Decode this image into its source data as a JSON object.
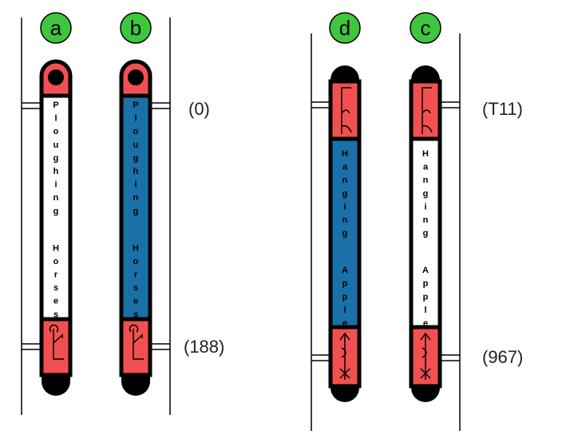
{
  "colors": {
    "red": "#f25050",
    "blue": "#1a70a8",
    "green": "#3ec63e",
    "black": "#000000",
    "white": "#ffffff"
  },
  "strips": [
    {
      "id": "a",
      "label": "a",
      "name": "Ploughing Horses",
      "fill": "white",
      "top_cap": "circle",
      "top_symbol": "",
      "bottom_symbol": "hook-symbol"
    },
    {
      "id": "b",
      "label": "b",
      "name": "Ploughing Horses",
      "fill": "blue",
      "top_cap": "circle",
      "top_symbol": "",
      "bottom_symbol": "hook-symbol"
    },
    {
      "id": "d",
      "label": "d",
      "name": "Hanging Apple",
      "fill": "blue",
      "top_cap": "plain",
      "top_symbol": "bracket-symbol",
      "bottom_symbol": "arrow-x-symbol"
    },
    {
      "id": "c",
      "label": "c",
      "name": "Hanging Apple",
      "fill": "white",
      "top_cap": "plain",
      "top_symbol": "bracket-symbol",
      "bottom_symbol": "arrow-x-symbol"
    }
  ],
  "side_labels": [
    "(0)",
    "(188)",
    "(T11)",
    "(967)"
  ]
}
